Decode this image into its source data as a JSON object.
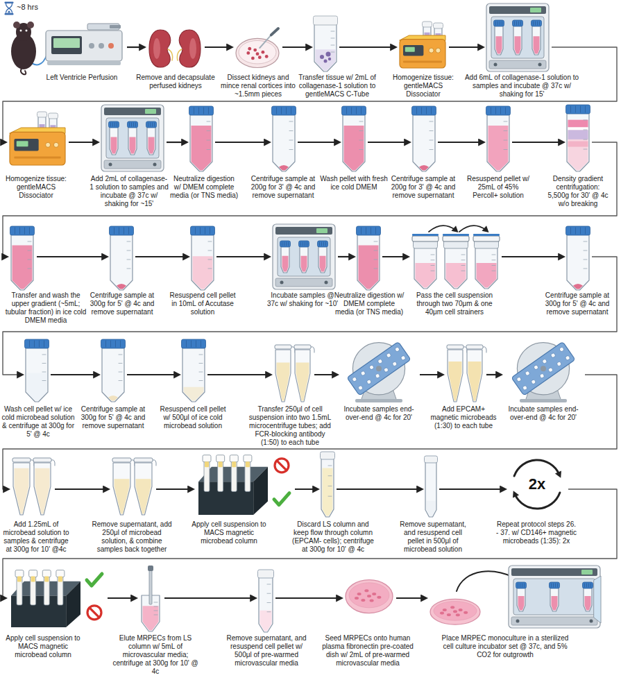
{
  "diagram": {
    "nodes": [
      {
        "text": [
          "Left Ventricle Perfusion"
        ]
      },
      {
        "text": [
          "Remove and decapsulate perfused kidneys"
        ]
      },
      {
        "text": [
          "Dissect kidneys and mince renal cortices into ~1.5mm pieces"
        ]
      },
      {
        "text": [
          "Transfer tissue w/ 2mL of collagenase-1 solution to gentleMACS C-Tube"
        ]
      },
      {
        "text": [
          "Homogenize tissue: gentleMACS Dissociator"
        ]
      },
      {
        "text": [
          "Add 6mL of collagenase-1 solution to samples and incubate @ 37c w/ shaking for 15'"
        ]
      },
      {
        "text": [
          "Homogenize tissue: gentleMACS Dissociator"
        ]
      },
      {
        "text": [
          "Add 2mL of collagenase-1 solution to samples and incubate @ 37c w/ shaking for ~15'"
        ]
      },
      {
        "text": [
          "Neutralize digestion w/ DMEM complete media (or TNS media)"
        ]
      },
      {
        "text": [
          "Centrifuge sample at 200g for 3' @ 4c and remove supernatant"
        ]
      },
      {
        "text": [
          "Wash pellet with fresh ice cold DMEM"
        ]
      },
      {
        "text": [
          "Centrifuge sample at 200g for 3' @ 4c and remove supernatant"
        ]
      },
      {
        "text": [
          "Resuspend pellet w/ 25mL of 45% Percoll+ solution"
        ]
      },
      {
        "text": [
          "Density gradient centrifugation: 5,500g for 30' @ 4c w/o breaking"
        ]
      },
      {
        "text": [
          "Transfer and wash the upper gradient (~5mL; tubular fraction) in ice cold DMEM media"
        ]
      },
      {
        "text": [
          "Centrifuge sample at 300g for 5' @ 4c and remove supernatant"
        ]
      },
      {
        "text": [
          "Resuspend cell pellet in 10mL of Accutase solution"
        ]
      },
      {
        "text": [
          "Incubate samples @ 37c w/ shaking for ~10'"
        ]
      },
      {
        "text": [
          "Neutralize digestion w/ DMEM complete media (or TNS media)"
        ]
      },
      {
        "text": [
          "Pass the cell suspension through two 70μm & one 40μm cell strainers"
        ]
      },
      {
        "text": [
          "Centrifuge sample at 300g for 5' @ 4c and remove supernatant"
        ]
      },
      {
        "text": [
          "Wash cell pellet w/ ice cold microbead solution & centrifuge at 300g for 5' @ 4c"
        ]
      },
      {
        "text": [
          "Centrifuge sample at 300g for 5' @ 4c and remove supernatant"
        ]
      },
      {
        "text": [
          "Resuspend cell pellet w/ 500μl of ice cold microbead solution"
        ]
      },
      {
        "text": [
          "Transfer 250μl of cell suspension into two 1.5mL microcentrifuge tubes; add FCR-blocking antibody (1:50) to each tube"
        ]
      },
      {
        "text": [
          "Incubate samples end-over-end @ 4c for 20'"
        ]
      },
      {
        "text": [
          "Add EPCAM+ magnetic microbeads (1:30) to each tube"
        ]
      },
      {
        "text": [
          "Incubate samples end-over-end @ 4c for 20'"
        ]
      },
      {
        "text": [
          "Add 1.25mL of microbead solution to samples & centrifuge at 300g for 10' @4c"
        ]
      },
      {
        "text": [
          "Remove supernatant, add 250μl of microbead solution, & combine samples back together"
        ]
      },
      {
        "text": [
          "Apply cell suspension to MACS magnetic microbead column"
        ]
      },
      {
        "text": [
          "Discard LS column and keep flow through column (EPCAM- cells); centrifuge at 300g for 10' @ 4c"
        ]
      },
      {
        "text": [
          "Remove supernatant, and resuspend cell pellet in 500μl of microbead solution"
        ]
      },
      {
        "text": [
          "2x",
          "Repeat protocol steps 26. - 37. w/ CD146+ magnetic microbeads (1:35): 2x"
        ]
      },
      {
        "text": [
          "Apply cell suspension to MACS magnetic microbead column"
        ]
      },
      {
        "text": [
          "Elute MRPECs from LS column w/ 5mL of microvascular media; centrifuge at 300g for 10' @ 4c"
        ]
      },
      {
        "text": [
          "Remove supernatant, and resuspend cell pellet w/ 500μl of pre-warmed microvascular media"
        ]
      },
      {
        "text": [
          "Seed MRPECs onto human plasma fibronectin pre-coated dish w/ 2mL of pre-warmed microvascular media"
        ]
      },
      {
        "text": [
          "Place MRPEC monoculture in a sterilized cell culture incubator set @ 37c, and 5% CO2 for outgrowth"
        ]
      }
    ],
    "edges": [
      {
        "from": 0,
        "to": 1,
        "arrow": "to"
      },
      {
        "from": 1,
        "to": 2,
        "arrow": "to"
      },
      {
        "from": 2,
        "to": 3,
        "arrow": "to"
      },
      {
        "from": 3,
        "to": 4,
        "arrow": "to"
      },
      {
        "from": 4,
        "to": 5,
        "arrow": "to"
      },
      {
        "from": 5,
        "to": 6,
        "arrow": "to"
      },
      {
        "from": 6,
        "to": 7,
        "arrow": "to"
      },
      {
        "from": 7,
        "to": 8,
        "arrow": "to"
      },
      {
        "from": 8,
        "to": 9,
        "arrow": "to"
      },
      {
        "from": 9,
        "to": 10,
        "arrow": "to"
      },
      {
        "from": 10,
        "to": 11,
        "arrow": "to"
      },
      {
        "from": 11,
        "to": 12,
        "arrow": "to"
      },
      {
        "from": 12,
        "to": 13,
        "arrow": "to"
      },
      {
        "from": 13,
        "to": 14,
        "arrow": "to"
      },
      {
        "from": 14,
        "to": 15,
        "arrow": "to"
      },
      {
        "from": 15,
        "to": 16,
        "arrow": "to"
      },
      {
        "from": 16,
        "to": 17,
        "arrow": "to"
      },
      {
        "from": 17,
        "to": 18,
        "arrow": "to"
      },
      {
        "from": 18,
        "to": 19,
        "arrow": "to"
      },
      {
        "from": 19,
        "to": 20,
        "arrow": "to"
      },
      {
        "from": 20,
        "to": 21,
        "arrow": "to"
      },
      {
        "from": 21,
        "to": 22,
        "arrow": "to"
      },
      {
        "from": 22,
        "to": 23,
        "arrow": "to"
      },
      {
        "from": 23,
        "to": 24,
        "arrow": "to"
      },
      {
        "from": 24,
        "to": 25,
        "arrow": "to"
      },
      {
        "from": 25,
        "to": 26,
        "arrow": "to"
      },
      {
        "from": 26,
        "to": 27,
        "arrow": "to"
      },
      {
        "from": 27,
        "to": 28,
        "arrow": "to"
      },
      {
        "from": 28,
        "to": 29,
        "arrow": "to"
      },
      {
        "from": 29,
        "to": 30,
        "arrow": "to"
      },
      {
        "from": 30,
        "to": 31,
        "arrow": "to"
      },
      {
        "from": 31,
        "to": 32,
        "arrow": "to"
      },
      {
        "from": 32,
        "to": 33,
        "arrow": "to"
      },
      {
        "from": 33,
        "to": 34,
        "arrow": "to"
      },
      {
        "from": 34,
        "to": 35,
        "arrow": "to"
      },
      {
        "from": 35,
        "to": 36,
        "arrow": "to"
      },
      {
        "from": 36,
        "to": 37,
        "arrow": "to"
      },
      {
        "from": 37,
        "to": 38,
        "arrow": "to"
      }
    ],
    "labels": [
      "~8 hrs"
    ]
  }
}
